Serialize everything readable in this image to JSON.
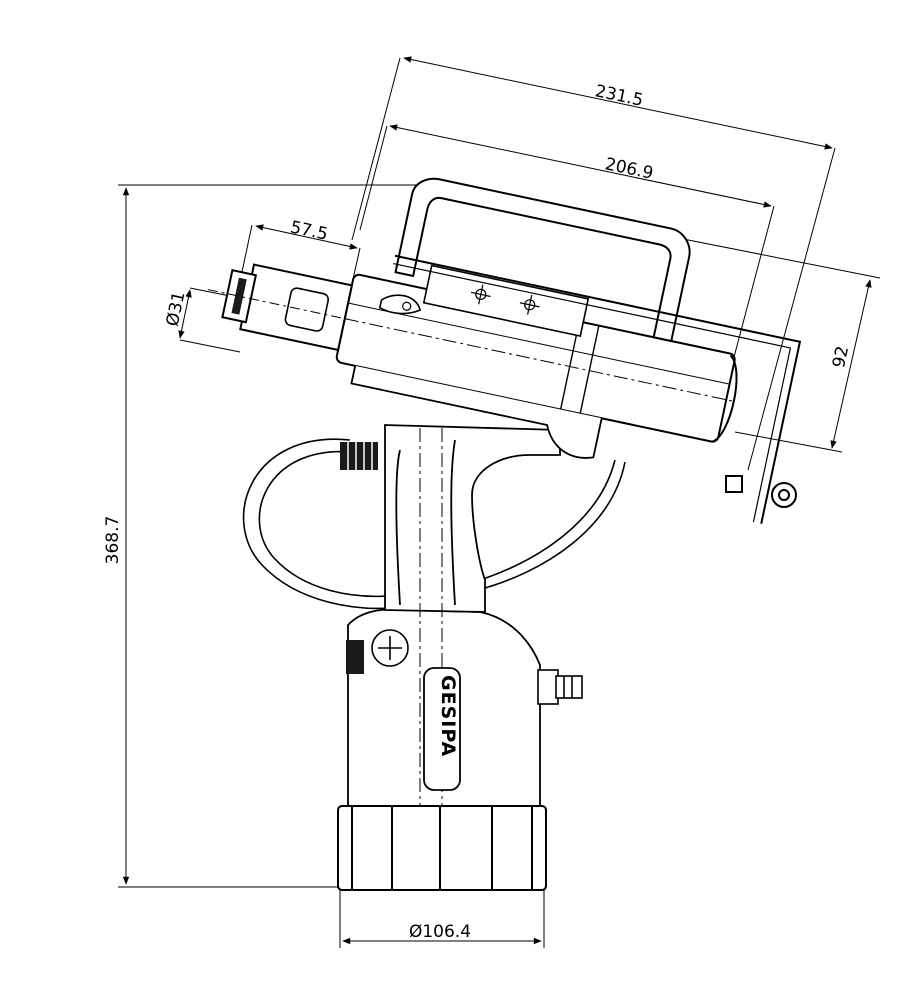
{
  "dimensions": {
    "overall_length": "231.5",
    "body_length": "206.9",
    "nose_length": "57.5",
    "nose_diameter": "Ø31",
    "head_height": "92",
    "total_height": "368.7",
    "base_diameter": "Ø106.4"
  },
  "brand": {
    "logo": "GESIPA"
  },
  "colors": {
    "line": "#000000",
    "fill": "#ffffff",
    "dark": "#1a1a1a"
  }
}
